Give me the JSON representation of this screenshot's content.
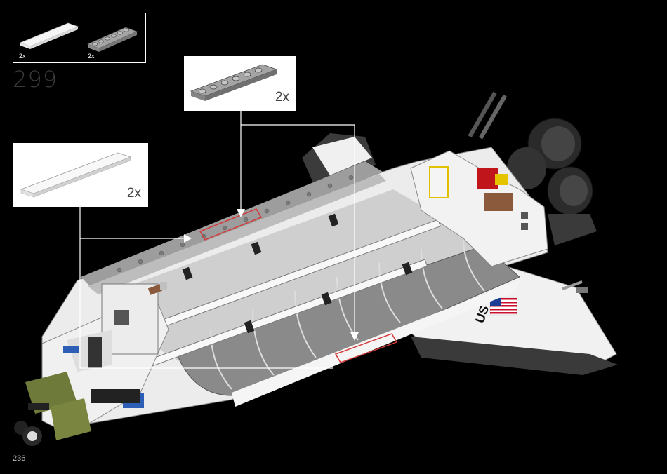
{
  "step": {
    "number": "299"
  },
  "parts_list": {
    "items": [
      {
        "name": "white-tile-1x8",
        "qty": "2x",
        "color": "#f2f2f2"
      },
      {
        "name": "gray-plate-1x6",
        "qty": "2x",
        "color": "#9a9a9a"
      }
    ]
  },
  "callouts": {
    "gray_plate": {
      "qty": "2x",
      "color": "#9a9a9a"
    },
    "white_tile": {
      "qty": "2x",
      "color": "#f2f2f2"
    }
  },
  "decals": {
    "flag": "us-flag-icon",
    "letters": "US"
  },
  "colors": {
    "background": "#000000",
    "highlight": "#d43a3a",
    "leader_line": "#ffffff"
  },
  "page": {
    "number": "236"
  }
}
